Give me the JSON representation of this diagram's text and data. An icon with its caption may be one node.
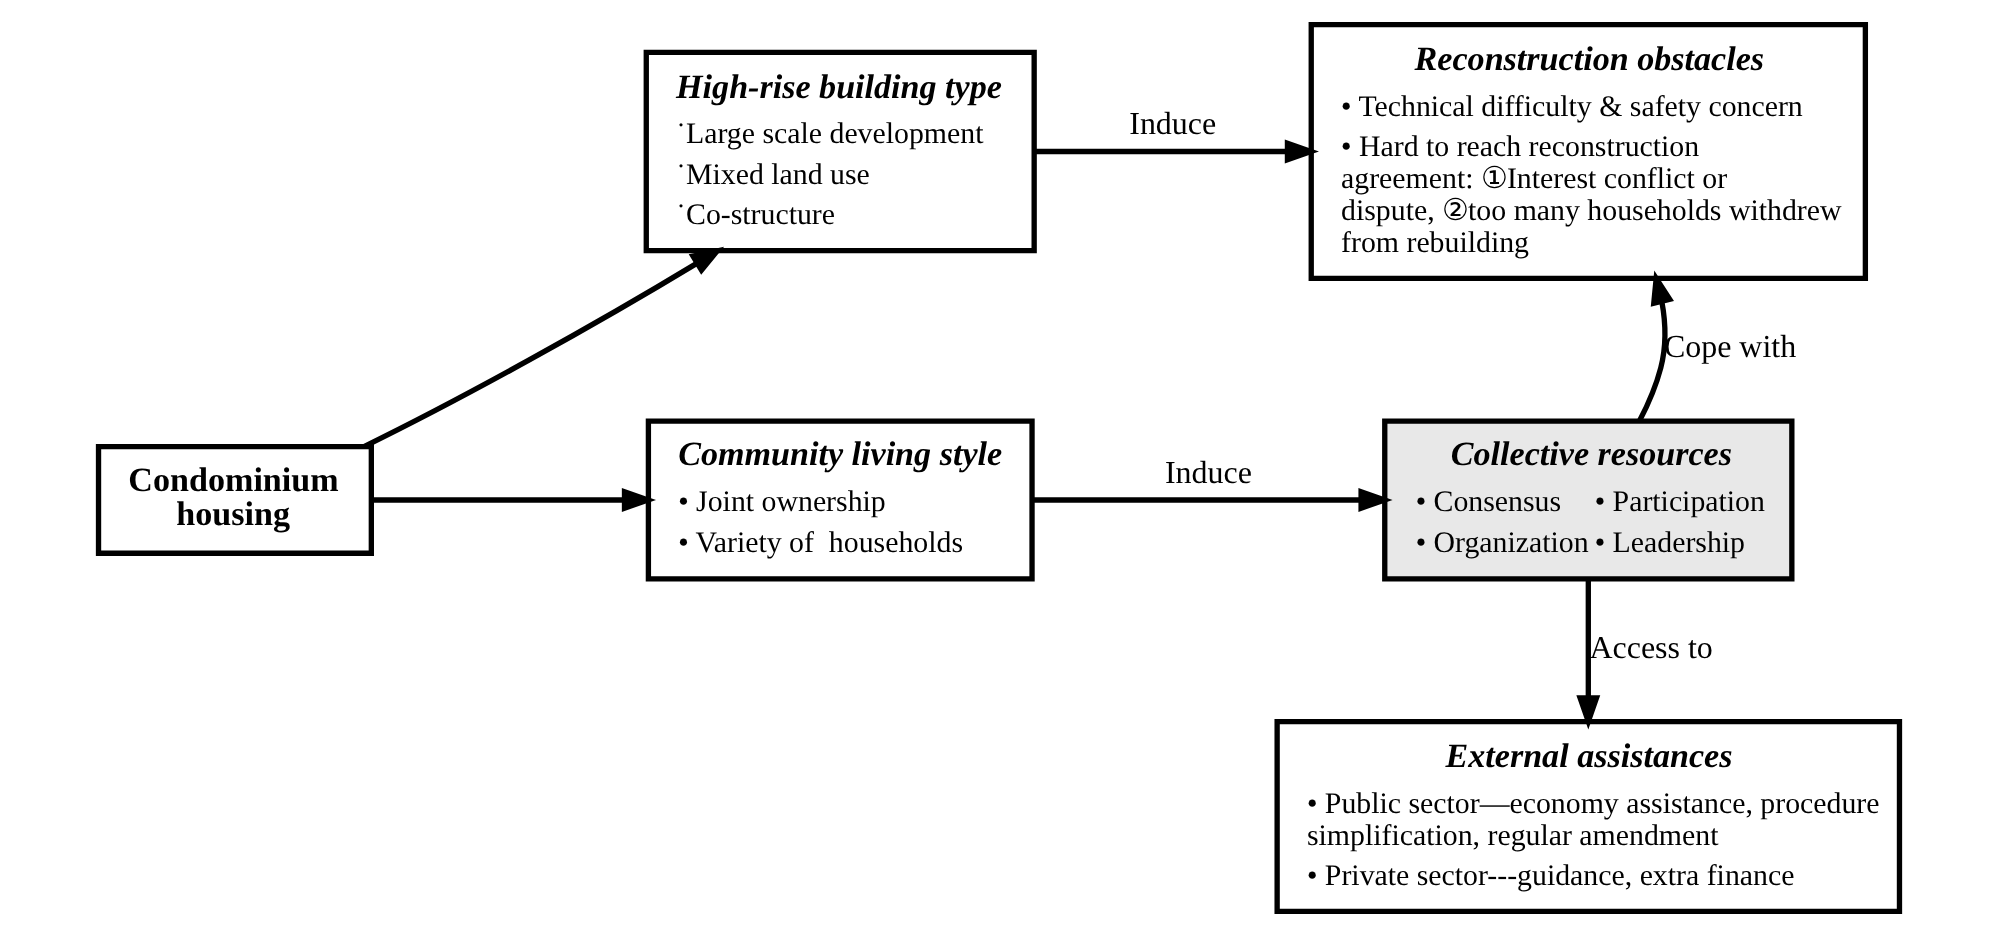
{
  "diagram": {
    "nodes": [
      {
        "text": [
          "Condominium housing"
        ]
      },
      {
        "text": [
          "High-rise building type",
          "˙Large scale development",
          "˙Mixed land use",
          "˙Co-structure"
        ]
      },
      {
        "text": [
          "Community living style",
          "• Joint ownership",
          "• Variety of  households"
        ]
      },
      {
        "text": [
          "Reconstruction obstacles",
          "• Technical difficulty & safety concern",
          "• Hard to reach reconstruction agreement: ①Interest conflict or dispute, ②too many households withdrew from rebuilding"
        ]
      },
      {
        "text": [
          "Collective resources",
          "• Consensus",
          "• Participation",
          "• Organization",
          "• Leadership"
        ]
      },
      {
        "text": [
          "External assistances",
          "• Public sector—economy assistance, procedure simplification, regular amendment",
          "• Private sector---guidance, extra finance"
        ]
      }
    ],
    "edges": [
      {
        "from": 0,
        "to": 1,
        "arrow": "to"
      },
      {
        "from": 0,
        "to": 2,
        "arrow": "to"
      },
      {
        "from": 1,
        "to": 3,
        "arrow": "to",
        "label": "Induce"
      },
      {
        "from": 2,
        "to": 4,
        "arrow": "to",
        "label": "Induce"
      },
      {
        "from": 4,
        "to": 3,
        "arrow": "to",
        "label": "Cope with"
      },
      {
        "from": 4,
        "to": 5,
        "arrow": "to",
        "label": "Access to"
      }
    ]
  }
}
